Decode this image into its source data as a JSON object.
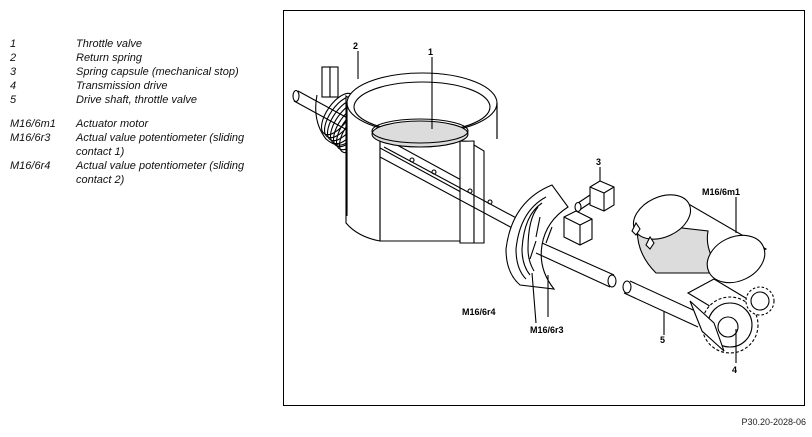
{
  "legend": {
    "items": [
      {
        "num": "1",
        "text": "Throttle valve"
      },
      {
        "num": "2",
        "text": "Return spring"
      },
      {
        "num": "3",
        "text": "Spring capsule (mechanical stop)"
      },
      {
        "num": "4",
        "text": "Transmission drive"
      },
      {
        "num": "5",
        "text": "Drive shaft, throttle valve"
      }
    ],
    "components": [
      {
        "num": "M16/6m1",
        "text": "Actuator motor"
      },
      {
        "num": "M16/6r3",
        "text": "Actual value potentiometer (sliding contact 1)"
      },
      {
        "num": "M16/6r4",
        "text": "Actual value potentiometer (sliding contact 2)"
      }
    ]
  },
  "diagram": {
    "labels": {
      "l1": "1",
      "l2": "2",
      "l3": "3",
      "l4": "4",
      "l5": "5",
      "m1": "M16/6m1",
      "r3": "M16/6r3",
      "r4": "M16/6r4"
    }
  },
  "ref_code": "P30.20-2028-06"
}
